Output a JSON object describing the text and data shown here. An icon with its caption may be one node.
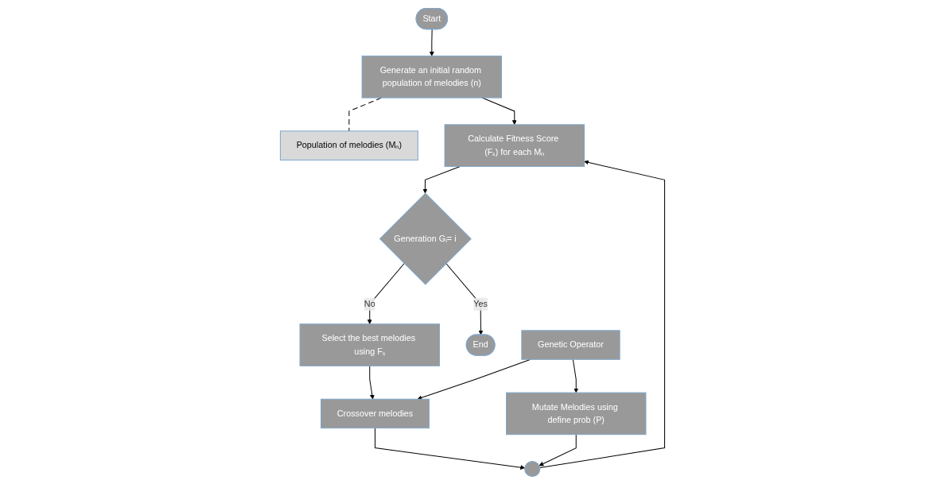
{
  "diagram": {
    "nodes": [
      {
        "text": [
          "Start"
        ]
      },
      {
        "text": [
          "Generate an initial random population of melodies (n)"
        ]
      },
      {
        "text": [
          "Population of melodies (Mₙ)"
        ]
      },
      {
        "text": [
          "Calculate Fitness Score (Fₛ) for each Mₙ"
        ]
      },
      {
        "text": [
          "Generation Gᵢ= i"
        ]
      },
      {
        "text": [
          "Select the best melodies using Fₛ"
        ]
      },
      {
        "text": [
          "End"
        ]
      },
      {
        "text": [
          "Genetic Operator"
        ]
      },
      {
        "text": [
          "Crossover melodies"
        ]
      },
      {
        "text": [
          "Mutate Melodies using define prob (P)"
        ]
      },
      {
        "text": [],
        "shape": "circle"
      }
    ],
    "edges": [
      {
        "from": 0,
        "to": 1,
        "arrow": "to"
      },
      {
        "from": 1,
        "to": 3,
        "arrow": "to"
      },
      {
        "from": 1,
        "to": 2,
        "arrow": "none",
        "style": "dashed"
      },
      {
        "from": 3,
        "to": 4,
        "arrow": "to"
      },
      {
        "from": 4,
        "to": 6,
        "arrow": "to",
        "label": "Yes"
      },
      {
        "from": 4,
        "to": 5,
        "arrow": "to",
        "label": "No"
      },
      {
        "from": 5,
        "to": 8,
        "arrow": "to"
      },
      {
        "from": 7,
        "to": 8,
        "arrow": "to"
      },
      {
        "from": 7,
        "to": 9,
        "arrow": "to"
      },
      {
        "from": 8,
        "to": 10,
        "arrow": "to"
      },
      {
        "from": 9,
        "to": 10,
        "arrow": "to"
      },
      {
        "from": 10,
        "to": 3,
        "arrow": "to"
      }
    ]
  }
}
